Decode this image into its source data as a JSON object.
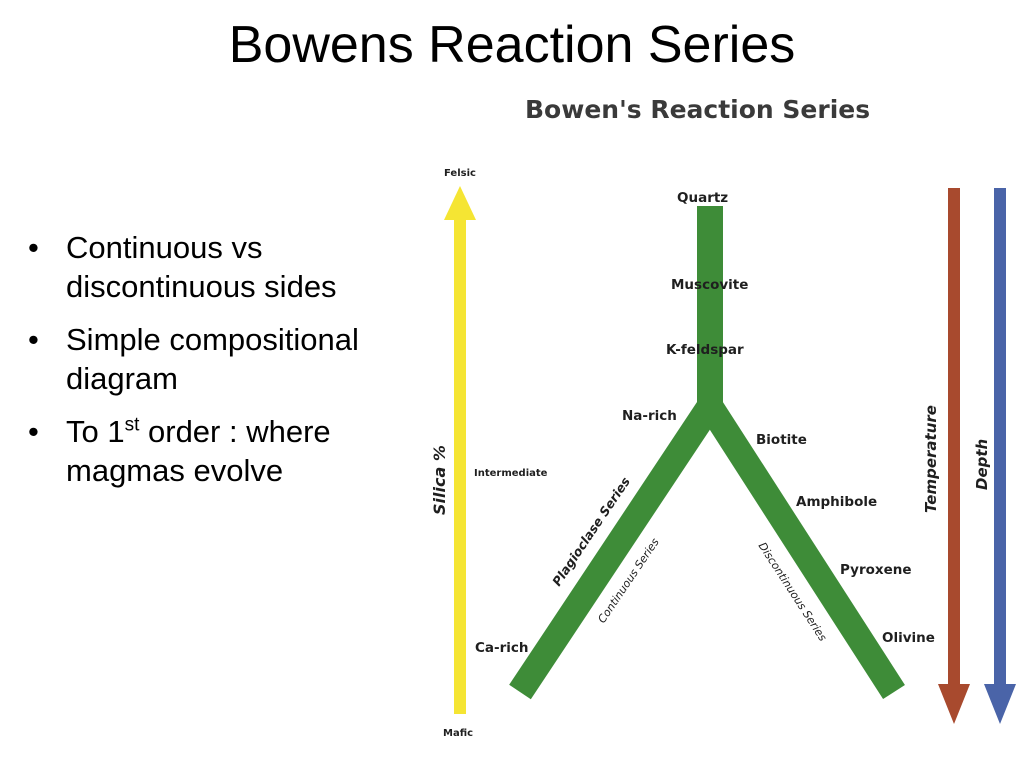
{
  "slide": {
    "title": "Bowens Reaction Series",
    "bullets": [
      {
        "text": "Continuous vs discontinuous sides"
      },
      {
        "text": "Simple compositional diagram"
      },
      {
        "text_before": "To 1",
        "superscript": "st",
        "text_after": " order : where magmas evolve"
      }
    ],
    "bullet_symbol": "•"
  },
  "diagram": {
    "title": "Bowen's Reaction Series",
    "silica_axis": {
      "label": "Silica %",
      "top_label": "Felsic",
      "middle_label": "Intermediate",
      "bottom_label": "Mafic",
      "color": "#f5e533"
    },
    "stem": {
      "minerals": [
        "Quartz",
        "Muscovite",
        "K-feldspar"
      ],
      "color": "#3e8c38"
    },
    "continuous_branch": {
      "top_label": "Na-rich",
      "bottom_label": "Ca-rich",
      "series_label": "Plagioclase Series",
      "type_label": "Continuous Series"
    },
    "discontinuous_branch": {
      "minerals": [
        "Biotite",
        "Amphibole",
        "Pyroxene",
        "Olivine"
      ],
      "type_label": "Discontinuous Series"
    },
    "temperature_arrow": {
      "label": "Temperature",
      "color": "#a84a2e"
    },
    "depth_arrow": {
      "label": "Depth",
      "color": "#4a64a8"
    }
  }
}
